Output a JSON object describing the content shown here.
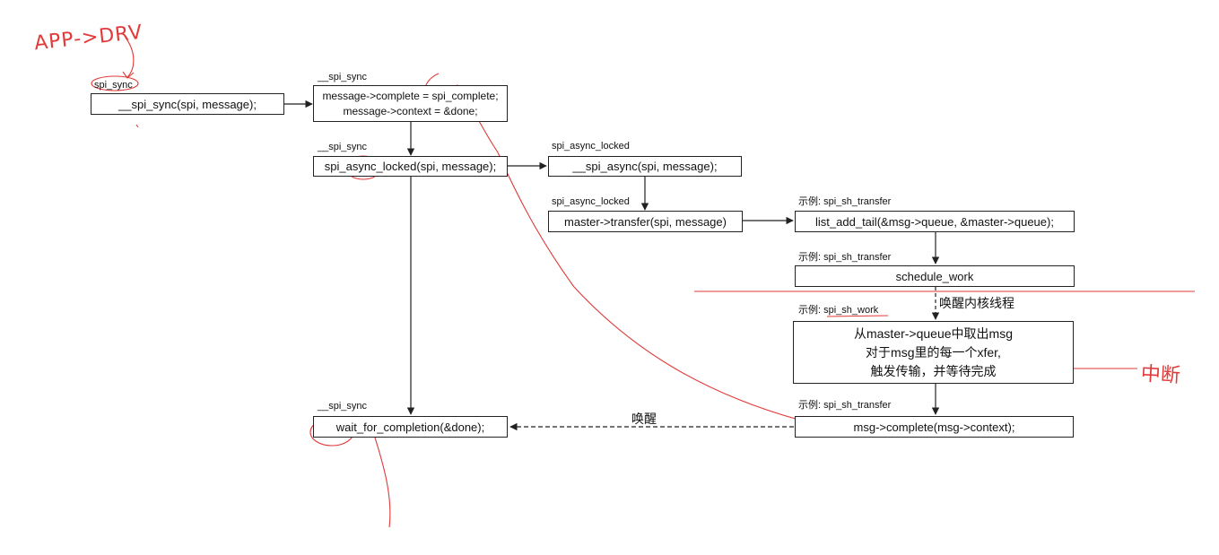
{
  "nodes": {
    "spi_sync_call": {
      "label": "spi_sync",
      "lines": [
        "__spi_sync(spi, message);"
      ]
    },
    "set_complete": {
      "label": "__spi_sync",
      "lines": [
        "message->complete = spi_complete;",
        "message->context = &done;"
      ]
    },
    "spi_async_locked": {
      "label": "__spi_sync",
      "lines": [
        "spi_async_locked(spi, message);"
      ]
    },
    "spi_async_inner": {
      "label": "spi_async_locked",
      "lines": [
        "__spi_async(spi, message);"
      ]
    },
    "master_transfer": {
      "label": "spi_async_locked",
      "lines": [
        "master->transfer(spi, message)"
      ]
    },
    "list_add_tail": {
      "label": "示例: spi_sh_transfer",
      "lines": [
        "list_add_tail(&msg->queue, &master->queue);"
      ]
    },
    "schedule_work": {
      "label": "示例: spi_sh_transfer",
      "lines": [
        "schedule_work"
      ]
    },
    "sh_work": {
      "label": "示例: spi_sh_work",
      "lines": [
        "从master->queue中取出msg",
        "对于msg里的每一个xfer,",
        "触发传输，并等待完成"
      ]
    },
    "msg_complete": {
      "label": "示例: spi_sh_transfer",
      "lines": [
        "msg->complete(msg->context);"
      ]
    },
    "wait_completion": {
      "label": "__spi_sync",
      "lines": [
        "wait_for_completion(&done);"
      ]
    }
  },
  "edge_labels": {
    "wake_kernel_thread": "唤醒内核线程",
    "wake": "唤醒"
  },
  "annotations": {
    "app_drv": "APP->DRV",
    "interrupt": "中断"
  },
  "colors": {
    "line": "#222222",
    "annotation": "#e03a3a"
  }
}
